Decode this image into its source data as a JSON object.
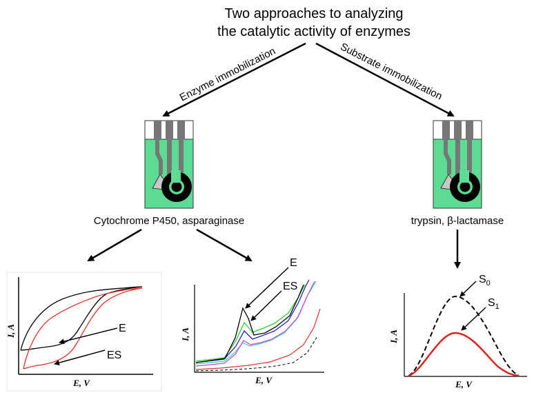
{
  "title": {
    "line1": "Two approaches to analyzing",
    "line2": "the catalytic activity of enzymes"
  },
  "branches": {
    "left_label": "Enzyme immobilization",
    "right_label": "Substrate immobilization"
  },
  "sensors": {
    "left_caption": "Cytochrome P450, asparaginase",
    "right_caption": "trypsin, β-lactamase",
    "colors": {
      "electrode_green": "#5cdb95",
      "contact_gray": "#777777",
      "reference_gray": "#c8c8c8",
      "ring_black": "#000000"
    }
  },
  "plots": {
    "cv": {
      "label_e": "E",
      "label_es": "ES",
      "xlabel": "E, V",
      "ylabel": "I, A",
      "colors": {
        "e_curve": "#000000",
        "es_curve": "#e03030"
      }
    },
    "dpv": {
      "label_e": "E",
      "label_es": "ES",
      "xlabel": "E, V",
      "ylabel": "I, A",
      "colors": {
        "black": "#000000",
        "green": "#33cc33",
        "blue": "#2222cc",
        "magenta": "#cc44cc",
        "cyan": "#33cccc",
        "red": "#e03030",
        "dashed": "#000000"
      }
    },
    "peak": {
      "label_s0": "S",
      "label_s0_sub": "0",
      "label_s1": "S",
      "label_s1_sub": "1",
      "xlabel": "E, V",
      "ylabel": "I, A",
      "colors": {
        "s0": "#000000",
        "s1": "#e02020"
      }
    }
  }
}
